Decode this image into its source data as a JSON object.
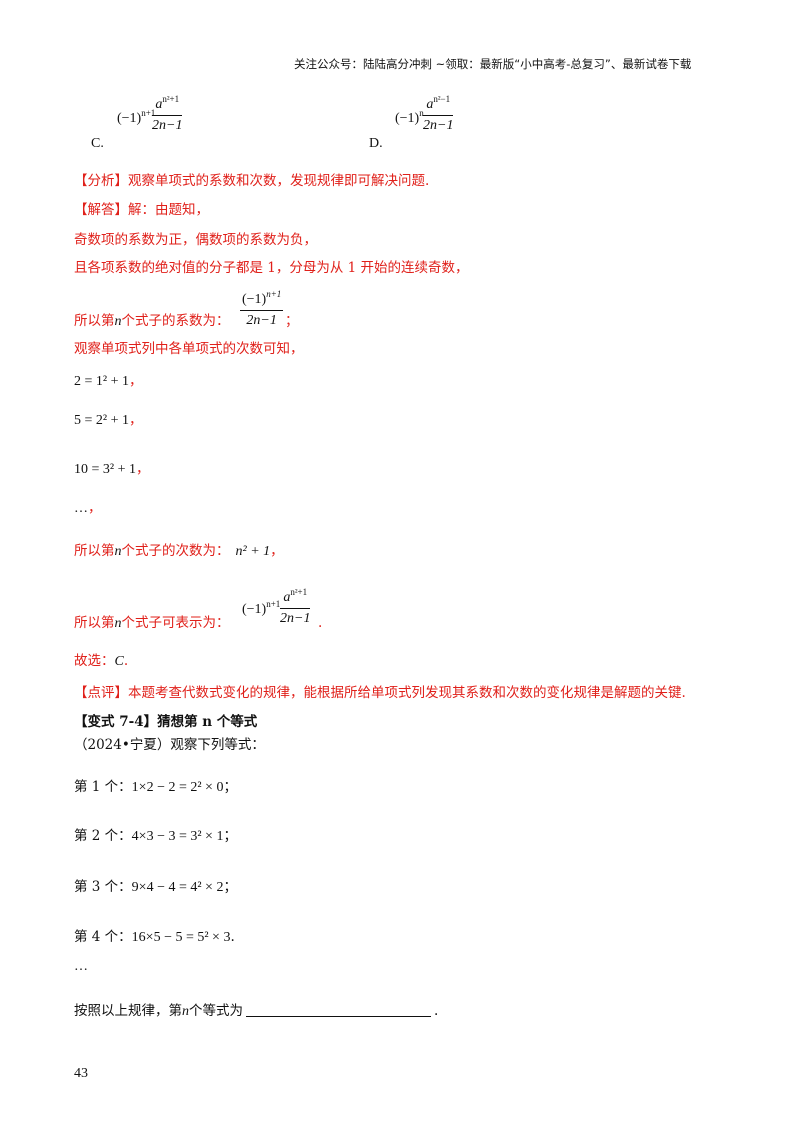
{
  "header": "关注公众号：陆陆高分冲刺 ~领取：最新版“小中高考-总复习”、最新试卷下载",
  "options": {
    "c_label": "C.",
    "c_sign": "(−1)",
    "c_sign_exp": "n+1",
    "c_num_base": "a",
    "c_num_exp": "n²+1",
    "c_den": "2n−1",
    "d_label": "D.",
    "d_sign": "(−1)",
    "d_sign_exp": "n",
    "d_num_base": "a",
    "d_num_exp": "n²−1",
    "d_den": "2n−1"
  },
  "analysis": {
    "tag": "【分析】",
    "text": "观察单项式的系数和次数，发现规律即可解决问题."
  },
  "answer": {
    "tag": "【解答】",
    "text": "解：由题知，",
    "line1": "奇数项的系数为正，偶数项的系数为负，",
    "line2": "且各项系数的绝对值的分子都是 1，分母为从 1 开始的连续奇数，",
    "coef_prefix": "所以第",
    "coef_n": "n",
    "coef_suffix": "个式子的系数为：",
    "coef_num": "(−1)",
    "coef_num_exp": "n+1",
    "coef_den": "2n−1",
    "coef_end": "；",
    "degree_intro": "观察单项式列中各单项式的次数可知，",
    "eq1": "2 = 1² + 1",
    "eq2": "5 = 2² + 1",
    "eq3": "10 = 3² + 1",
    "eq4": "…",
    "comma": "，",
    "deg_prefix": "所以第",
    "deg_n": "n",
    "deg_suffix": "个式子的次数为：",
    "deg_expr": "n² + 1",
    "deg_end": "，",
    "expr_prefix": "所以第",
    "expr_n": "n",
    "expr_suffix": "个式子可表示为：",
    "expr_sign": "(−1)",
    "expr_sign_exp": "n+1",
    "expr_num_base": "a",
    "expr_num_exp": "n²+1",
    "expr_den": "2n−1",
    "expr_end": ".",
    "choice_prefix": "故选：",
    "choice": "C",
    "choice_end": "."
  },
  "comment": {
    "tag": "【点评】",
    "text": "本题考查代数式变化的规律，能根据所给单项式列发现其系数和次数的变化规律是解题的关键."
  },
  "variant": {
    "title": "【变式 7-4】猜想第 n 个等式",
    "source": "（2024•宁夏）观察下列等式：",
    "items": [
      {
        "label": "第 1 个：",
        "expr": "1×2 − 2 = 2² × 0",
        "end": "；"
      },
      {
        "label": "第 2 个：",
        "expr": "4×3 − 3 = 3² × 1",
        "end": "；"
      },
      {
        "label": "第 3 个：",
        "expr": "9×4 − 4 = 4² × 2",
        "end": "；"
      },
      {
        "label": "第 4 个：",
        "expr": "16×5 − 5 = 5² × 3",
        "end": "."
      }
    ],
    "ellipsis": "…",
    "question_prefix": "按照以上规律，第",
    "question_n": "n",
    "question_suffix": "个等式为",
    "question_end": "."
  },
  "page_number": "43"
}
